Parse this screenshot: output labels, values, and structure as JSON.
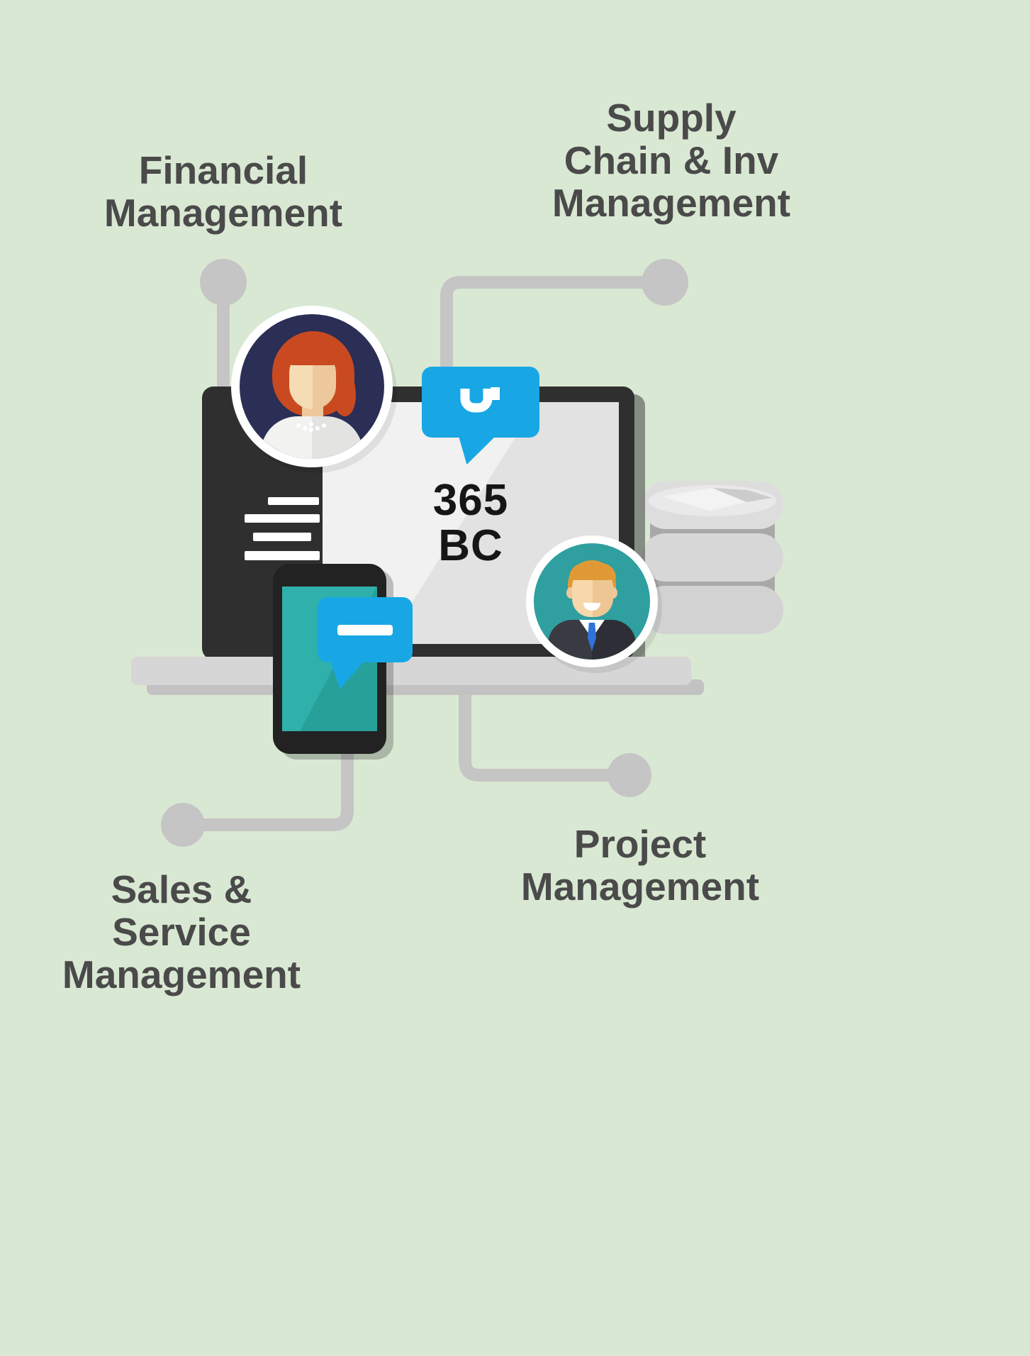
{
  "labels": {
    "financial": {
      "line1": "Financial",
      "line2": "Management"
    },
    "supply": {
      "line1": "Supply",
      "line2": "Chain & Inv",
      "line3": "Management"
    },
    "sales": {
      "line1": "Sales &",
      "line2": "Service",
      "line3": "Management"
    },
    "project": {
      "line1": "Project",
      "line2": "Management"
    }
  },
  "laptop_screen": {
    "line1": "365",
    "line2": "BC"
  },
  "icons": {
    "handset_bubble": "speech bubble with phone-handset glyph",
    "dash_bubble": "speech bubble with dash glyph",
    "database": "stacked database cylinders",
    "woman_avatar": "woman portrait avatar",
    "man_avatar": "man portrait avatar"
  },
  "colors": {
    "background": "#d9e8d3",
    "label_text": "#4a4a4a",
    "connector_gray": "#c5c5c5",
    "bubble_blue": "#18a7e4",
    "phone_screen_teal": "#2aa8a2",
    "avatar_navy": "#2b2e55",
    "avatar_teal": "#2f9fa0",
    "laptop_dark": "#2f2f2f",
    "metal_gray": "#d6d6d6"
  }
}
